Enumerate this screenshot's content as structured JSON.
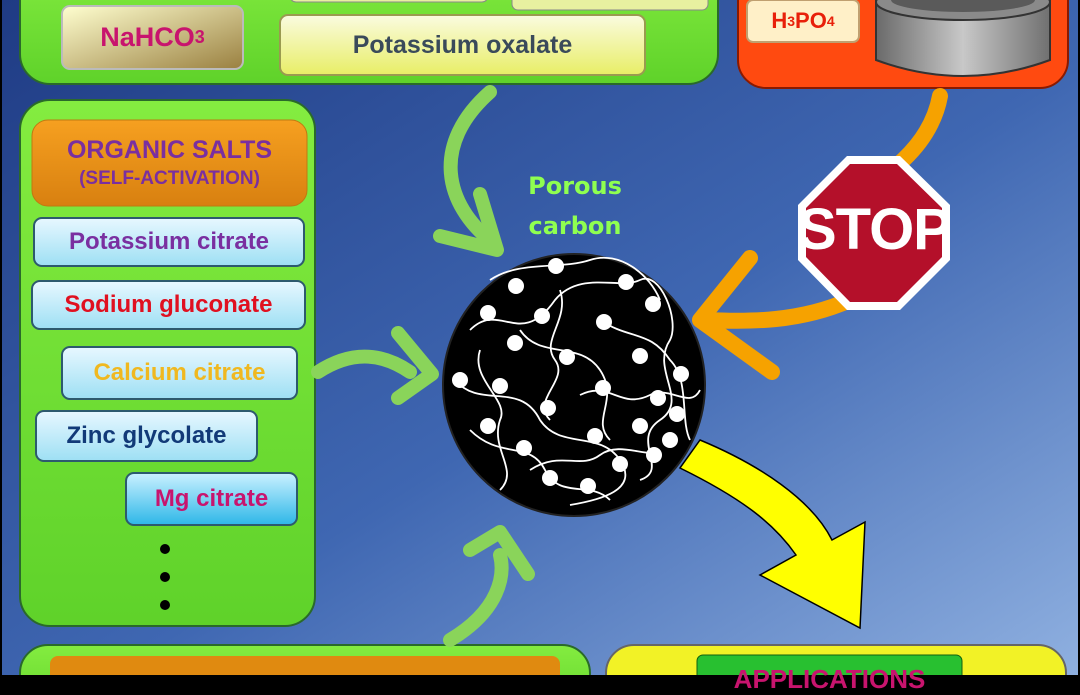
{
  "top_panel": {
    "items": [
      {
        "label": "NaHCO",
        "sub": "3",
        "color": "#c8146e"
      },
      {
        "label": "Potassium oxalate",
        "color": "#3a4a5a"
      }
    ]
  },
  "acid_panel": {
    "label_main": "H",
    "sub1": "3",
    "label_mid": "PO",
    "sub2": "4"
  },
  "stop_sign": {
    "label": "STOP"
  },
  "center": {
    "line1": "Porous",
    "line2": "carbon"
  },
  "organic_panel": {
    "title_line1": "ORGANIC SALTS",
    "title_line2": "(SELF-ACTIVATION)",
    "items": [
      {
        "label": "Potassium citrate",
        "color": "#7a2fa0"
      },
      {
        "label": "Sodium gluconate",
        "color": "#e01020"
      },
      {
        "label": "Calcium citrate",
        "color": "#f0b820"
      },
      {
        "label": "Zinc glycolate",
        "color": "#123a78"
      },
      {
        "label": "Mg citrate",
        "color": "#c8146e"
      }
    ]
  },
  "applications_panel": {
    "title": "APPLICATIONS"
  },
  "colors": {
    "panel_green": "#78e83a",
    "arrow_green": "#8ad45a",
    "arrow_orange": "#f6a200",
    "arrow_yellow": "#ffff00",
    "stop_red": "#b4102a"
  }
}
